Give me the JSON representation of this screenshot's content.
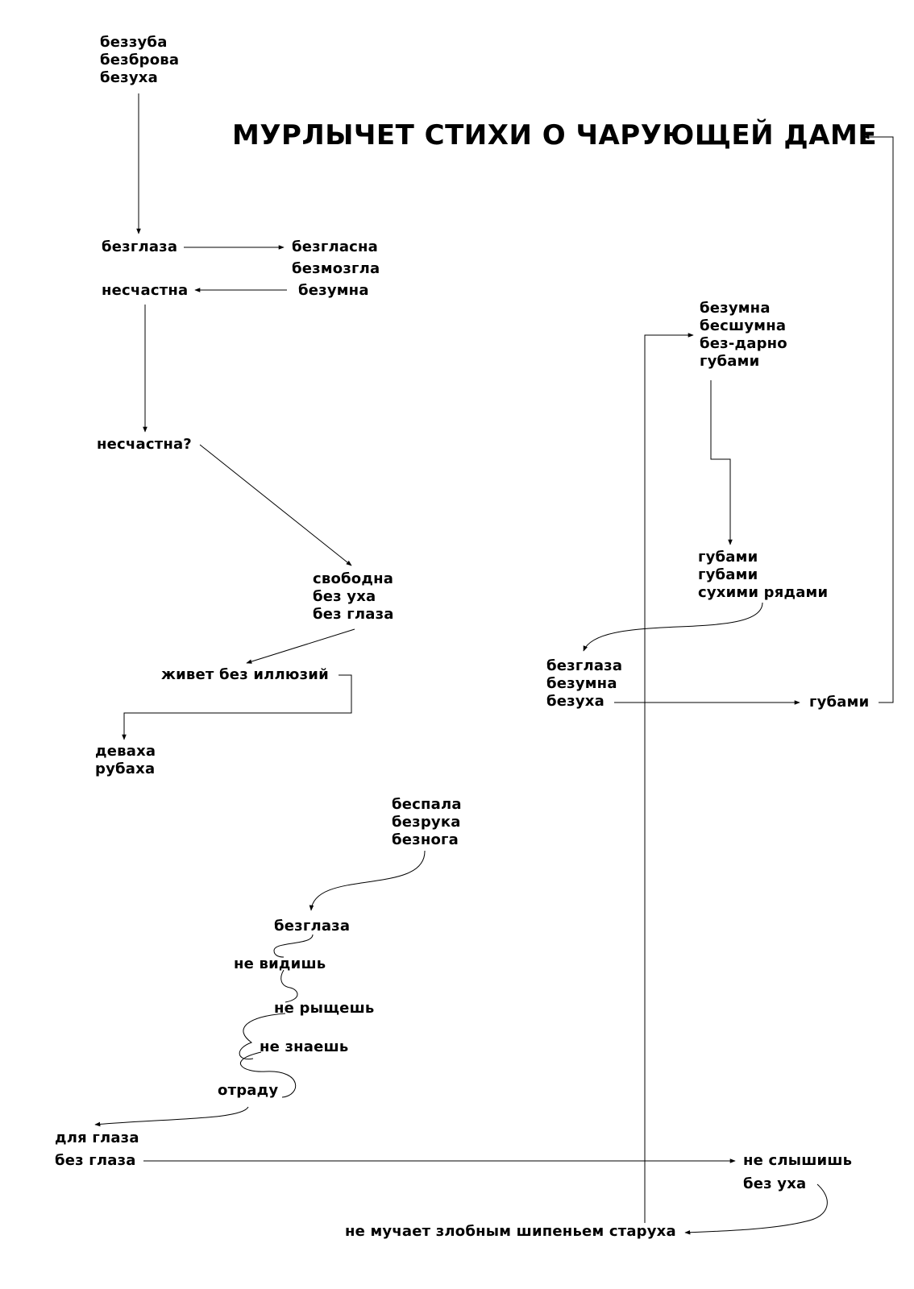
{
  "title": "МУРЛЫЧЕТ СТИХИ О ЧАРУЮЩЕЙ ДАМЕ",
  "nodes": {
    "bezzuba": [
      "беззуба",
      "безброва",
      "безуха"
    ],
    "bezglaza1": "безглаза",
    "bezglasna": "безгласна",
    "bezmozgla": "безмозгла",
    "bezumna1": "безумна",
    "neschastna": "несчастна",
    "neschastna_q": "несчастна?",
    "svobodna": [
      "свободна",
      "без уха",
      "без глаза"
    ],
    "zhivet": "живет без иллюзий",
    "devaha": [
      "деваха",
      "рубаха"
    ],
    "bespala": [
      "беспала",
      "безрука",
      "безнога"
    ],
    "bezglaza2": "безглаза",
    "ne_vidish": "не видишь",
    "ne_ryshchesh": "не рыщешь",
    "ne_znaesh": "не знаешь",
    "otradu": "отраду",
    "dlya_glaza": "для глаза",
    "bez_glaza": "без глаза",
    "ne_slyshish": "не слышишь",
    "bez_uha": "без уха",
    "ne_muchaet": "не мучает злобным шипеньем старуха",
    "bezumna_block": [
      "безумна",
      "бесшумна",
      "без-дарно",
      "губами"
    ],
    "gubami_block": [
      "губами",
      "губами",
      "сухими рядами"
    ],
    "bezglaza_block": [
      "безглаза",
      "безумна",
      "безуха"
    ],
    "gubami_end": "губами"
  }
}
